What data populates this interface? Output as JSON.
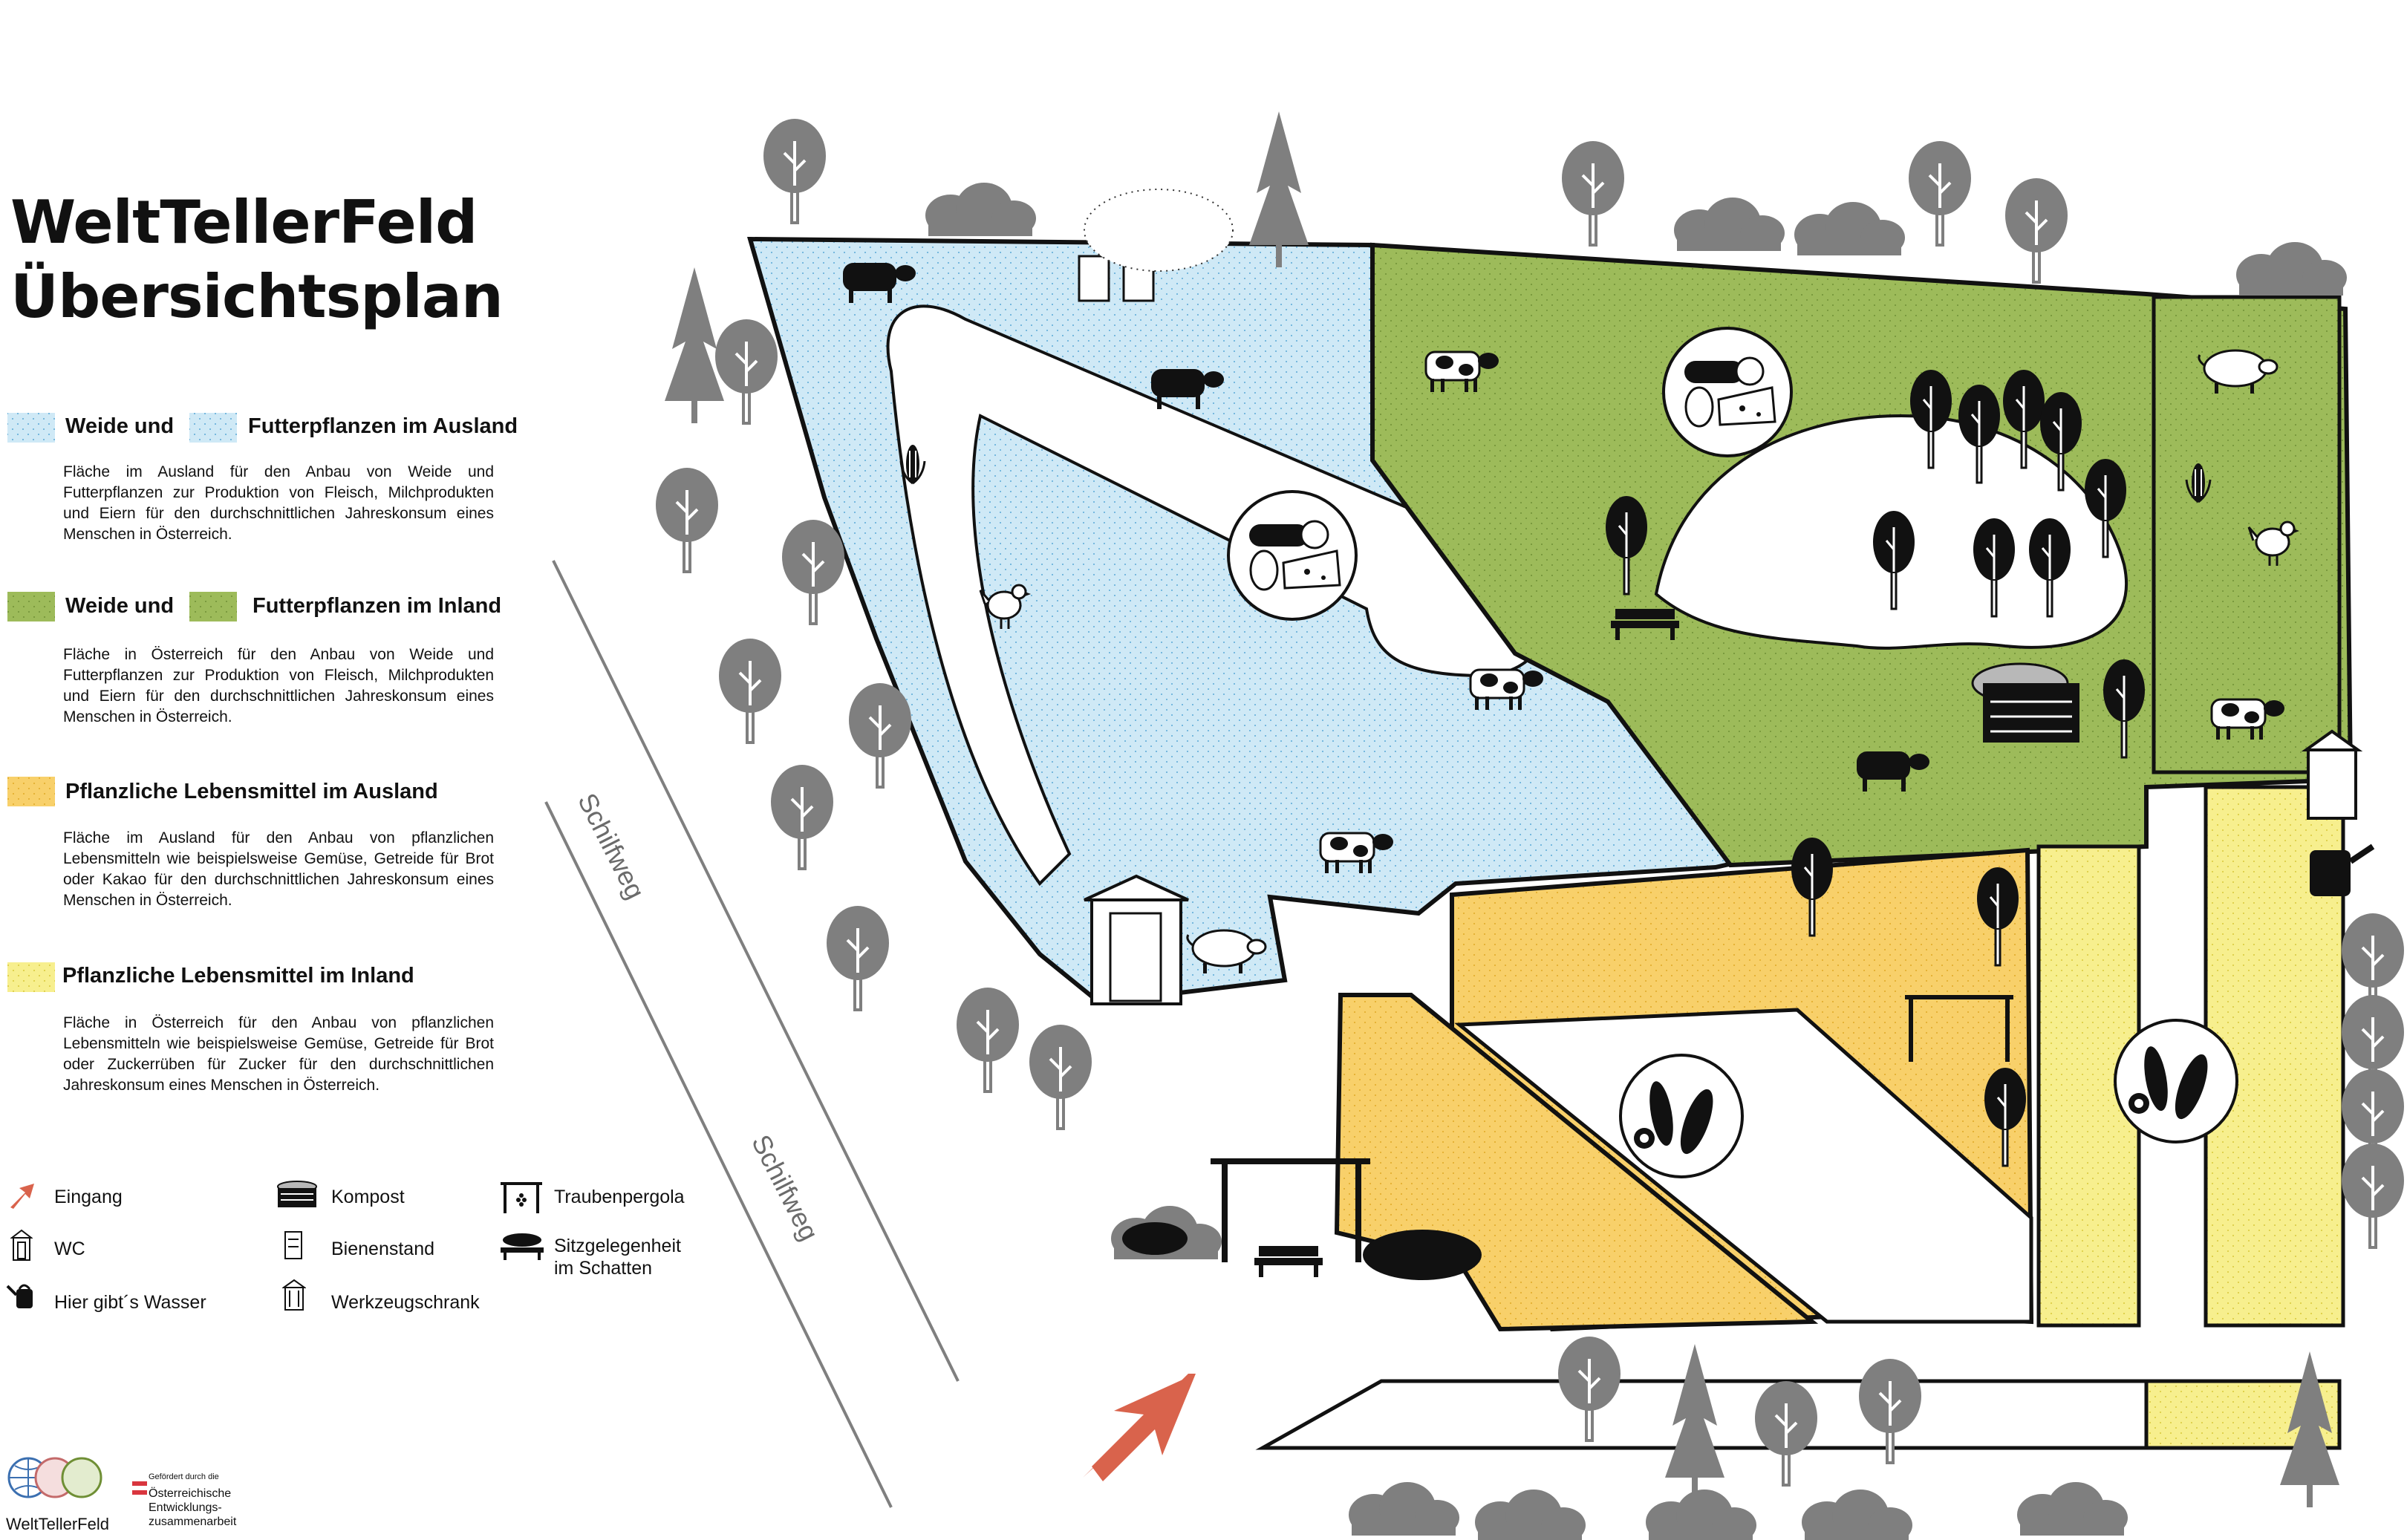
{
  "title": {
    "line1": "WeltTellerFeld",
    "line2": "Übersichtsplan"
  },
  "legend": {
    "areas": [
      {
        "head_a": "Weide und",
        "head_b": "Futterpflanzen im Ausland",
        "text": "Fläche im Ausland für den Anbau von Weide und Futterpflanzen zur Produktion von Fleisch, Milchprodukten und Eiern für den durchschnittlichen Jahreskonsum eines Menschen in Österreich.",
        "color": "#cfe9f6"
      },
      {
        "head_a": "Weide und",
        "head_b": "Futterpflanzen im Inland",
        "text": "Fläche in Österreich für den Anbau von Weide und Futterpflanzen zur Produktion von Fleisch, Milchprodukten und Eiern für den durchschnittlichen Jahreskonsum eines Menschen in Österreich.",
        "color": "#9dbb5a"
      },
      {
        "head_a": "Pflanzliche Lebensmittel im Ausland",
        "text": "Fläche im Ausland für den Anbau von pflanzlichen Lebensmitteln wie beispielsweise Gemüse, Getreide für Brot oder Kakao für den durchschnittlichen Jahreskonsum eines Menschen in Österreich.",
        "color": "#f8d06a"
      },
      {
        "head_a": "Pflanzliche Lebensmittel im Inland",
        "text": "Fläche in Österreich für den Anbau von pflanzlichen Lebensmitteln wie beispielsweise Gemüse, Getreide für Brot oder Zuckerrüben für Zucker für den durchschnittlichen Jahreskonsum eines Menschen in Österreich.",
        "color": "#f7ef8e"
      }
    ],
    "symbols": {
      "entrance": "Eingang",
      "wc": "WC",
      "water": "Hier gibt´s Wasser",
      "compost": "Kompost",
      "beehive": "Bienenstand",
      "toolshed": "Werkzeugschrank",
      "pergola": "Traubenpergola",
      "seat_line1": "Sitzgelegenheit",
      "seat_line2": "im Schatten"
    }
  },
  "roads": {
    "upper": "Schilfweg",
    "lower": "Schilfweg"
  },
  "logo": {
    "name": "WeltTellerFeld"
  },
  "sponsor": {
    "line1": "Gefördert durch die",
    "line2": "Österreichische",
    "line3": "Entwicklungs-",
    "line4": "zusammenarbeit"
  },
  "icons": [
    "entrance-arrow-icon",
    "wc-icon",
    "watering-can-icon",
    "compost-icon",
    "beehive-icon",
    "toolshed-icon",
    "pergola-icon",
    "bench-icon",
    "tree-icon",
    "cow-icon",
    "pig-icon",
    "chicken-icon",
    "corn-icon",
    "wheat-icon",
    "food-plate-icon"
  ],
  "colors": {
    "foreign_pasture": "#cfe9f6",
    "domestic_pasture": "#9dbb5a",
    "foreign_plants": "#f8d06a",
    "domestic_plants": "#f7ef8e",
    "entrance": "#d9634c",
    "tree_gray": "#7f7f7f"
  }
}
